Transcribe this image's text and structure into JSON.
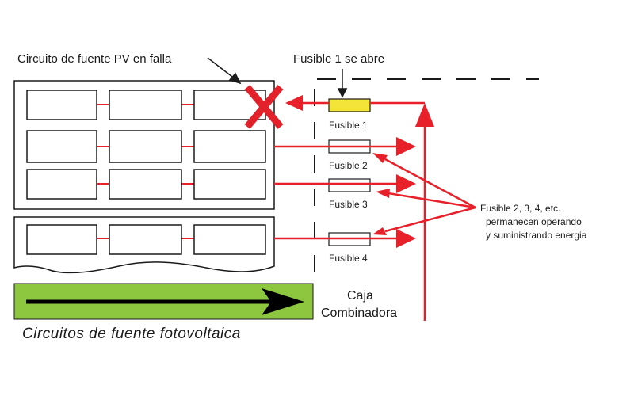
{
  "labels": {
    "failed_circuit": "Circuito de fuente PV en falla",
    "fuse1_opens": "Fusible 1 se abre",
    "fuse1": "Fusible 1",
    "fuse2": "Fusible 2",
    "fuse3": "Fusible 3",
    "fuse4": "Fusible 4",
    "others_line1": "Fusible 2, 3, 4, etc.",
    "others_line2": "permanecen operando",
    "others_line3": "y  suministrando energia",
    "box_line1": "Caja",
    "box_line2": "Combinadora",
    "pv_circuits": "Circuitos de fuente fotovoltaica"
  },
  "colors": {
    "current_arrow": "#e8202a",
    "fault_x": "#e2212b",
    "open_fuse": "#f4e43a",
    "green_bar": "#8dc63f",
    "outline": "#1a1a1a"
  }
}
